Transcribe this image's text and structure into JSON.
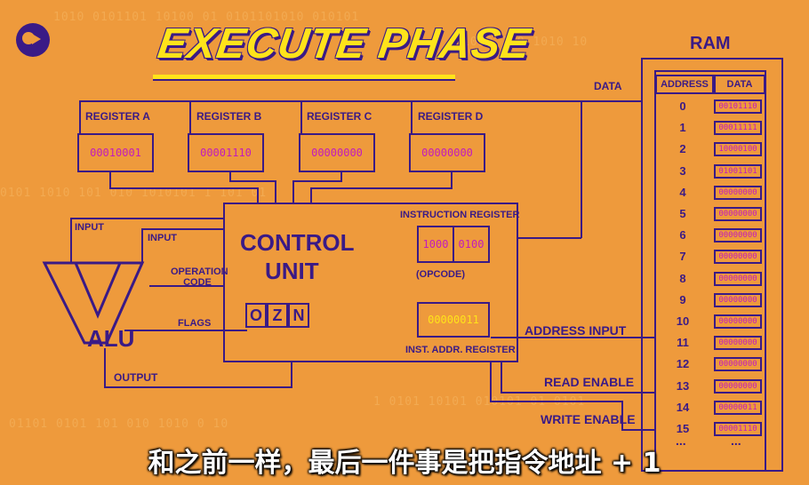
{
  "title": "EXECUTE PHASE",
  "subtitle": "和之前一样，最后一件事是把指令地址 + 1",
  "registers": [
    {
      "label": "REGISTER A",
      "value": "00010001"
    },
    {
      "label": "REGISTER B",
      "value": "00001110"
    },
    {
      "label": "REGISTER C",
      "value": "00000000"
    },
    {
      "label": "REGISTER D",
      "value": "00000000"
    }
  ],
  "control_unit": {
    "label_line1": "CONTROL",
    "label_line2": "UNIT",
    "flags": [
      "O",
      "Z",
      "N"
    ],
    "instruction_register": {
      "label": "INSTRUCTION REGISTER",
      "left": "1000",
      "right": "0100",
      "caption": "(OPCODE)"
    },
    "inst_addr_register": {
      "label": "INST. ADDR. REGISTER",
      "value": "00000011"
    }
  },
  "alu": {
    "label": "ALU",
    "input1": "INPUT",
    "input2": "INPUT",
    "opcode": "OPERATION CODE",
    "flags": "FLAGS",
    "output": "OUTPUT"
  },
  "bus_labels": {
    "data": "DATA",
    "address_input": "ADDRESS INPUT",
    "read_enable": "READ ENABLE",
    "write_enable": "WRITE ENABLE"
  },
  "ram": {
    "title": "RAM",
    "col_address": "ADDRESS",
    "col_data": "DATA",
    "rows": [
      {
        "addr": "0",
        "data": "00101110"
      },
      {
        "addr": "1",
        "data": "00011111"
      },
      {
        "addr": "2",
        "data": "10000100"
      },
      {
        "addr": "3",
        "data": "01001101"
      },
      {
        "addr": "4",
        "data": "00000000"
      },
      {
        "addr": "5",
        "data": "00000000"
      },
      {
        "addr": "6",
        "data": "00000000"
      },
      {
        "addr": "7",
        "data": "00000000"
      },
      {
        "addr": "8",
        "data": "00000000"
      },
      {
        "addr": "9",
        "data": "00000000"
      },
      {
        "addr": "10",
        "data": "00000000"
      },
      {
        "addr": "11",
        "data": "00000000"
      },
      {
        "addr": "12",
        "data": "00000000"
      },
      {
        "addr": "13",
        "data": "00000000"
      },
      {
        "addr": "14",
        "data": "00000011"
      },
      {
        "addr": "15",
        "data": "00001110"
      }
    ],
    "more": "..."
  },
  "colors": {
    "background": "#ee9a3c",
    "line": "#3a1a86",
    "value": "#c21bbd",
    "highlight": "#ffe31a"
  },
  "icons": [
    "pbs-logo-icon"
  ]
}
